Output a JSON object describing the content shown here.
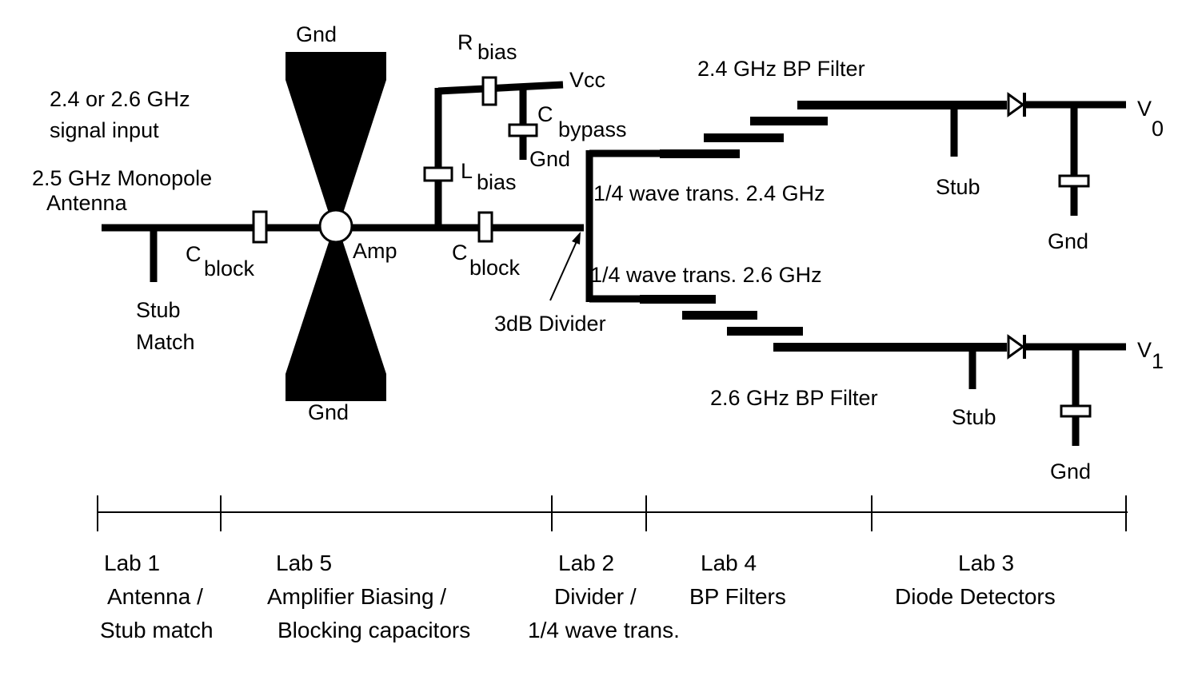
{
  "labels": {
    "input_line1": "2.4 or 2.6 GHz",
    "input_line2": "signal input",
    "antenna_line1": "2.5 GHz Monopole",
    "antenna_line2": "Antenna",
    "stub_match_line1": "Stub",
    "stub_match_line2": "Match",
    "c_block_1_main": "C",
    "c_block_1_sub": "block",
    "gnd_top": "Gnd",
    "gnd_bottom": "Gnd",
    "amp": "Amp",
    "r_bias_main": "R",
    "r_bias_sub": "bias",
    "vcc": "Vcc",
    "c_bypass_main": "C",
    "c_bypass_sub": "bypass",
    "gnd_bypass": "Gnd",
    "l_bias_main": "L",
    "l_bias_sub": "bias",
    "c_block_2_main": "C",
    "c_block_2_sub": "block",
    "divider": "3dB  Divider",
    "quarter_wave_24": "1/4 wave trans. 2.4 GHz",
    "quarter_wave_26": "1/4 wave trans. 2.6 GHz",
    "filter_24": "2.4 GHz BP Filter",
    "filter_26": "2.6 GHz BP Filter",
    "stub_top": "Stub",
    "stub_bottom": "Stub",
    "gnd_det_top": "Gnd",
    "gnd_det_bottom": "Gnd",
    "v0_main": "V",
    "v0_sub": "0",
    "v1_main": "V",
    "v1_sub": "1"
  },
  "labs": [
    {
      "lines": [
        "Lab 1",
        "Antenna /",
        "Stub match"
      ]
    },
    {
      "lines": [
        "Lab 5",
        "Amplifier Biasing /",
        "Blocking capacitors"
      ]
    },
    {
      "lines": [
        "Lab 2",
        "Divider /",
        "1/4 wave trans."
      ]
    },
    {
      "lines": [
        "Lab 4",
        "BP Filters"
      ]
    },
    {
      "lines": [
        "Lab 3",
        "Diode Detectors"
      ]
    }
  ]
}
